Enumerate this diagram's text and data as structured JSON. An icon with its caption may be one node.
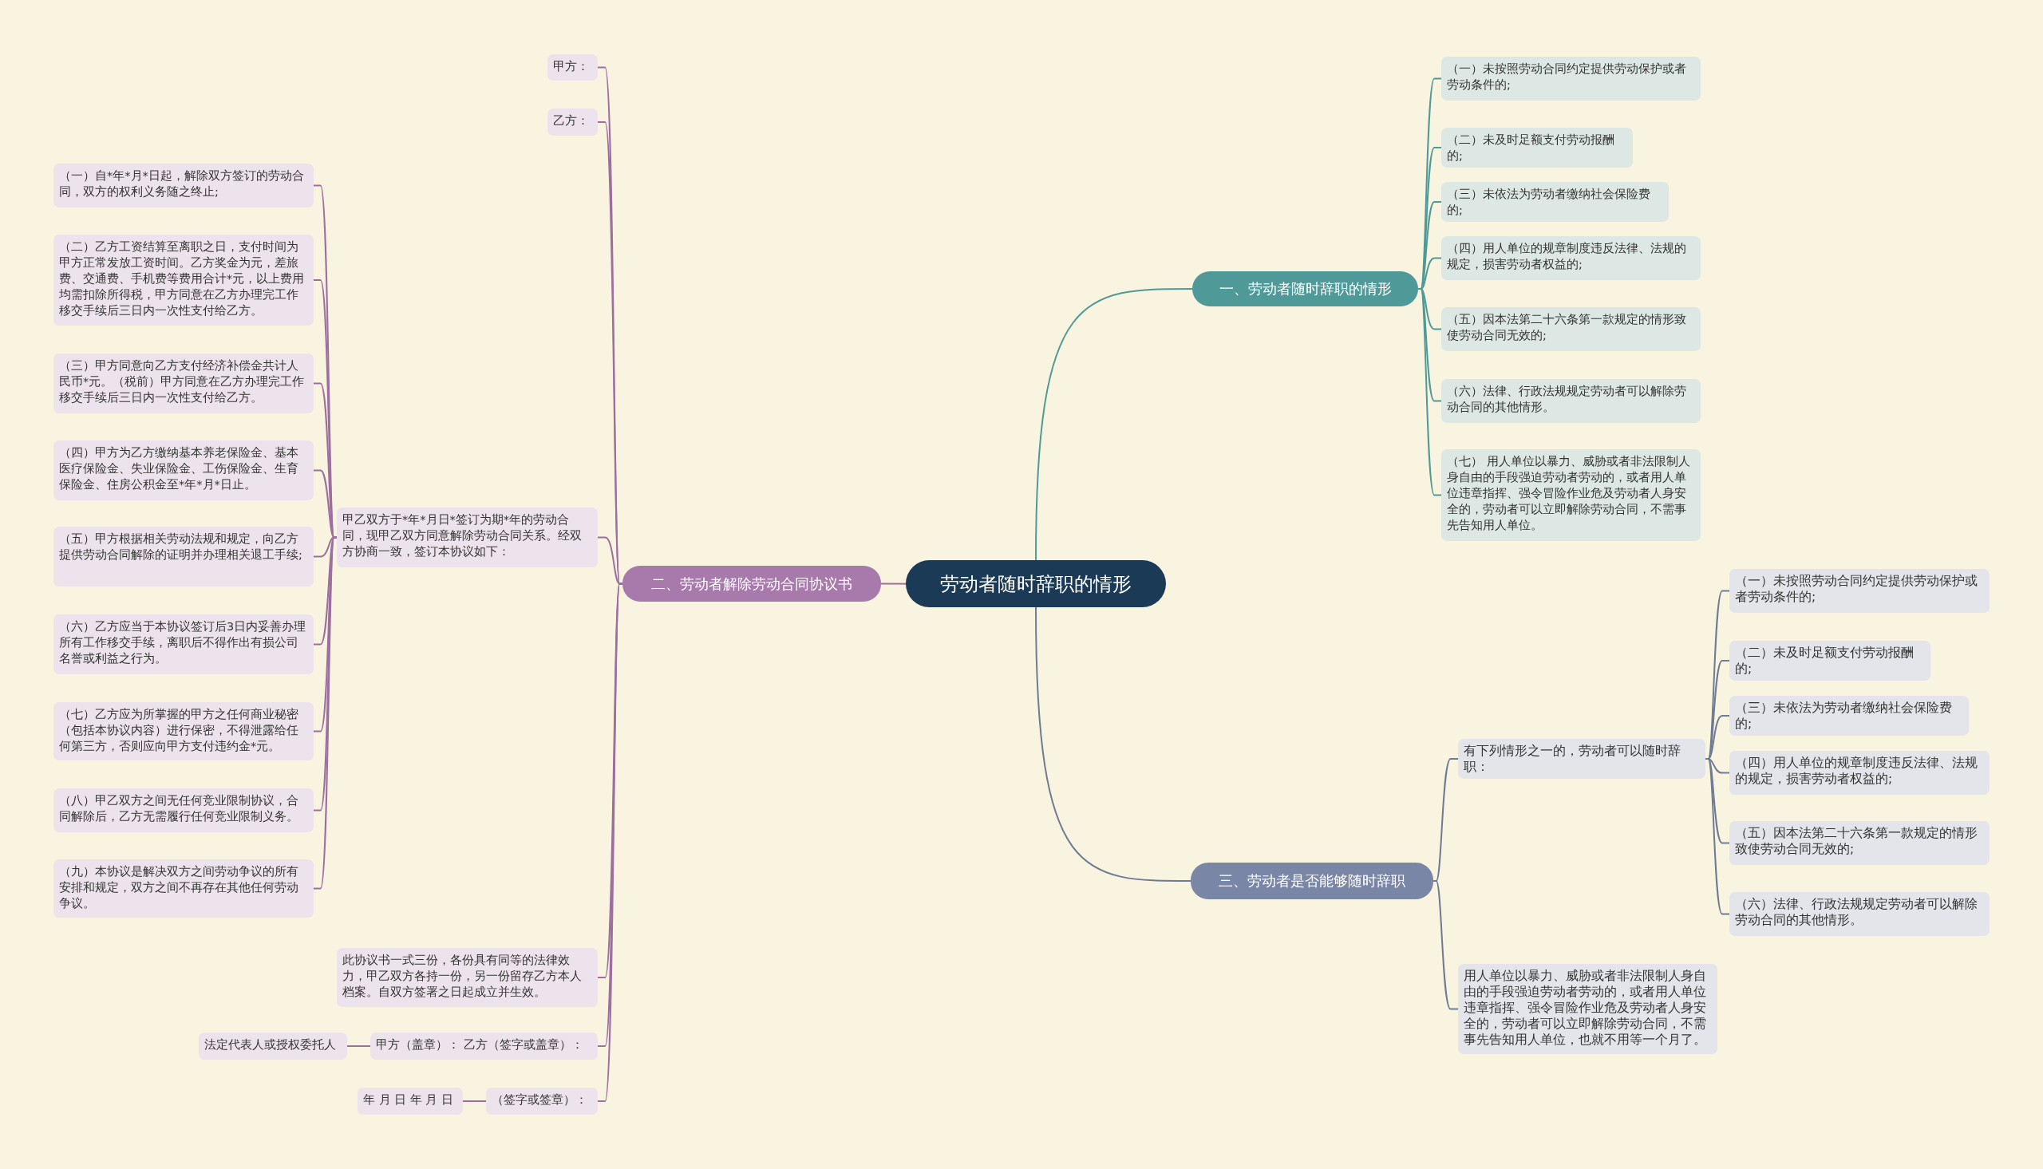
{
  "diagram": {
    "nodes": [
      {
        "text": [
          "劳动者随时辞职的情形"
        ]
      },
      {
        "text": [
          "一、劳动者随时辞职的情形"
        ]
      },
      {
        "text": [
          "（一）未按照劳动合同约定提供劳动保护或者劳动条件的;"
        ]
      },
      {
        "text": [
          "（二）未及时足额支付劳动报酬的;"
        ]
      },
      {
        "text": [
          "（三）未依法为劳动者缴纳社会保险费的;"
        ]
      },
      {
        "text": [
          "（四）用人单位的规章制度违反法律、法规的规定，损害劳动者权益的;"
        ]
      },
      {
        "text": [
          "（五）因本法第二十六条第一款规定的情形致使劳动合同无效的;"
        ]
      },
      {
        "text": [
          "（六）法律、行政法规规定劳动者可以解除劳动合同的其他情形。"
        ]
      },
      {
        "text": [
          "（七） 用人单位以暴力、威胁或者非法限制人身自由的手段强迫劳动者劳动的，或者用人单位违章指挥、强令冒险作业危及劳动者人身安全的，劳动者可以立即解除劳动合同，不需事先告知用人单位。"
        ]
      },
      {
        "text": [
          "二、劳动者解除劳动合同协议书"
        ]
      },
      {
        "text": [
          "甲方："
        ]
      },
      {
        "text": [
          "乙方："
        ]
      },
      {
        "text": [
          "甲乙双方于*年*月日*签订为期*年的劳动合同，现甲乙双方同意解除劳动合同关系。经双方协商一致，签订本协议如下："
        ]
      },
      {
        "text": [
          "（一）自*年*月*日起，解除双方签订的劳动合同，双方的权利义务随之终止;"
        ]
      },
      {
        "text": [
          "（二）乙方工资结算至离职之日，支付时间为甲方正常发放工资时间。乙方奖金为元，差旅费、交通费、手机费等费用合计*元，以上费用均需扣除所得税，甲方同意在乙方办理完工作移交手续后三日内一次性支付给乙方。"
        ]
      },
      {
        "text": [
          "（三）甲方同意向乙方支付经济补偿金共计人民币*元。（税前）甲方同意在乙方办理完工作移交手续后三日内一次性支付给乙方。"
        ]
      },
      {
        "text": [
          "（四）甲方为乙方缴纳基本养老保险金、基本医疗保险金、失业保险金、工伤保险金、生育保险金、住房公积金至*年*月*日止。"
        ]
      },
      {
        "text": [
          "（五）甲方根据相关劳动法规和规定，向乙方提供劳动合同解除的证明并办理相关退工手续;"
        ]
      },
      {
        "text": [
          "（六）乙方应当于本协议签订后3日内妥善办理所有工作移交手续，离职后不得作出有损公司名誉或利益之行为。"
        ]
      },
      {
        "text": [
          "（七）乙方应为所掌握的甲方之任何商业秘密（包括本协议内容）进行保密，不得泄露给任何第三方，否则应向甲方支付违约金*元。"
        ]
      },
      {
        "text": [
          "（八）甲乙双方之间无任何竞业限制协议，合同解除后，乙方无需履行任何竞业限制义务。"
        ]
      },
      {
        "text": [
          "（九）本协议是解决双方之间劳动争议的所有安排和规定，双方之间不再存在其他任何劳动争议。"
        ]
      },
      {
        "text": [
          "此协议书一式三份，各份具有同等的法律效力，甲乙双方各持一份，另一份留存乙方本人档案。自双方签署之日起成立并生效。"
        ]
      },
      {
        "text": [
          "甲方（盖章）： 乙方（签字或盖章）："
        ]
      },
      {
        "text": [
          "法定代表人或授权委托人"
        ]
      },
      {
        "text": [
          "（签字或签章）："
        ]
      },
      {
        "text": [
          "年 月 日 年 月 日"
        ]
      },
      {
        "text": [
          "三、劳动者是否能够随时辞职"
        ]
      },
      {
        "text": [
          "有下列情形之一的，劳动者可以随时辞职："
        ]
      },
      {
        "text": [
          "（一）未按照劳动合同约定提供劳动保护或者劳动条件的;"
        ]
      },
      {
        "text": [
          "（二）未及时足额支付劳动报酬的;"
        ]
      },
      {
        "text": [
          "（三）未依法为劳动者缴纳社会保险费的;"
        ]
      },
      {
        "text": [
          "（四）用人单位的规章制度违反法律、法规的规定，损害劳动者权益的;"
        ]
      },
      {
        "text": [
          "（五）因本法第二十六条第一款规定的情形致使劳动合同无效的;"
        ]
      },
      {
        "text": [
          "（六）法律、行政法规规定劳动者可以解除劳动合同的其他情形。"
        ]
      },
      {
        "text": [
          "用人单位以暴力、威胁或者非法限制人身自由的手段强迫劳动者劳动的，或者用人单位违章指挥、强令冒险作业危及劳动者人身安全的，劳动者可以立即解除劳动合同，不需事先告知用人单位，也就不用等一个月了。"
        ]
      }
    ],
    "edges": [
      {
        "from": 0,
        "to": 1,
        "arrow": "none",
        "color": "#4f9a98"
      },
      {
        "from": 1,
        "to": 2,
        "arrow": "none",
        "color": "#4f9a98"
      },
      {
        "from": 1,
        "to": 3,
        "arrow": "none",
        "color": "#4f9a98"
      },
      {
        "from": 1,
        "to": 4,
        "arrow": "none",
        "color": "#4f9a98"
      },
      {
        "from": 1,
        "to": 5,
        "arrow": "none",
        "color": "#4f9a98"
      },
      {
        "from": 1,
        "to": 6,
        "arrow": "none",
        "color": "#4f9a98"
      },
      {
        "from": 1,
        "to": 7,
        "arrow": "none",
        "color": "#4f9a98"
      },
      {
        "from": 1,
        "to": 8,
        "arrow": "none",
        "color": "#4f9a98"
      },
      {
        "from": 0,
        "to": 9,
        "arrow": "none"
      },
      {
        "from": 9,
        "to": 10,
        "arrow": "none"
      },
      {
        "from": 9,
        "to": 11,
        "arrow": "none"
      },
      {
        "from": 9,
        "to": 12,
        "arrow": "none"
      },
      {
        "from": 12,
        "to": 13,
        "arrow": "none"
      },
      {
        "from": 12,
        "to": 14,
        "arrow": "none"
      },
      {
        "from": 12,
        "to": 15,
        "arrow": "none"
      },
      {
        "from": 12,
        "to": 16,
        "arrow": "none"
      },
      {
        "from": 12,
        "to": 17,
        "arrow": "none"
      },
      {
        "from": 12,
        "to": 18,
        "arrow": "none"
      },
      {
        "from": 12,
        "to": 19,
        "arrow": "none"
      },
      {
        "from": 12,
        "to": 20,
        "arrow": "none"
      },
      {
        "from": 12,
        "to": 21,
        "arrow": "none"
      },
      {
        "from": 9,
        "to": 22,
        "arrow": "none"
      },
      {
        "from": 9,
        "to": 23,
        "arrow": "none"
      },
      {
        "from": 23,
        "to": 24,
        "arrow": "none"
      },
      {
        "from": 9,
        "to": 25,
        "arrow": "none"
      },
      {
        "from": 25,
        "to": 26,
        "arrow": "none"
      },
      {
        "from": 0,
        "to": 27,
        "arrow": "none",
        "color": "#6f7b94"
      },
      {
        "from": 27,
        "to": 28,
        "arrow": "none",
        "color": "#6f7b94"
      },
      {
        "from": 28,
        "to": 29,
        "arrow": "none",
        "color": "#6f7b94"
      },
      {
        "from": 28,
        "to": 30,
        "arrow": "none",
        "color": "#6f7b94"
      },
      {
        "from": 28,
        "to": 31,
        "arrow": "none",
        "color": "#6f7b94"
      },
      {
        "from": 28,
        "to": 32,
        "arrow": "none",
        "color": "#6f7b94"
      },
      {
        "from": 28,
        "to": 33,
        "arrow": "none",
        "color": "#6f7b94"
      },
      {
        "from": 28,
        "to": 34,
        "arrow": "none",
        "color": "#6f7b94"
      },
      {
        "from": 27,
        "to": 35,
        "arrow": "none",
        "color": "#6f7b94"
      }
    ]
  }
}
